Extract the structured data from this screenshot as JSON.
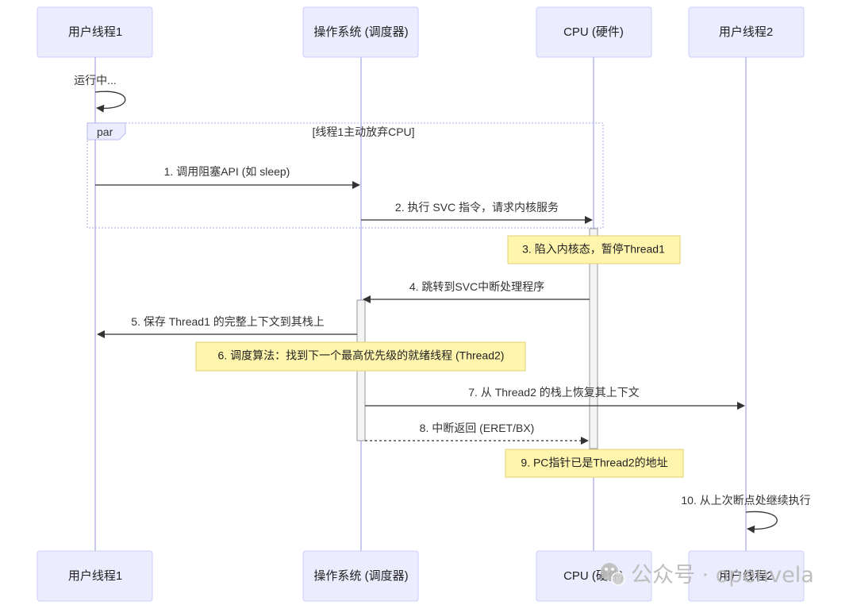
{
  "actors": [
    {
      "id": "t1",
      "label": "用户线程1"
    },
    {
      "id": "os",
      "label": "操作系统 (调度器)"
    },
    {
      "id": "cpu",
      "label": "CPU (硬件)"
    },
    {
      "id": "t2",
      "label": "用户线程2"
    }
  ],
  "self_loops": [
    {
      "actor": "t1",
      "label": "运行中..."
    },
    {
      "actor": "t2",
      "label": "10. 从上次断点处继续执行"
    }
  ],
  "par": {
    "tag": "par",
    "condition": "[线程1主动放弃CPU]"
  },
  "messages": [
    {
      "from": "t1",
      "to": "os",
      "label": "1. 调用阻塞API (如 sleep)",
      "style": "solid"
    },
    {
      "from": "os",
      "to": "cpu",
      "label": "2. 执行 SVC 指令，请求内核服务",
      "style": "solid"
    },
    {
      "from": "cpu",
      "to": "os",
      "label": "4. 跳转到SVC中断处理程序",
      "style": "solid"
    },
    {
      "from": "os",
      "to": "t1",
      "label": "5. 保存 Thread1 的完整上下文到其栈上",
      "style": "solid"
    },
    {
      "from": "os",
      "to": "t2",
      "label": "7. 从 Thread2 的栈上恢复其上下文",
      "style": "solid"
    },
    {
      "from": "os",
      "to": "cpu",
      "label": "8. 中断返回 (ERET/BX)",
      "style": "dashed"
    }
  ],
  "notes": [
    {
      "over": "cpu",
      "label": "3. 陷入内核态，暂停Thread1"
    },
    {
      "over": "os",
      "label": "6. 调度算法：找到下一个最高优先级的就绪线程 (Thread2)"
    },
    {
      "over": "cpu",
      "label": "9. PC指针已是Thread2的地址"
    }
  ],
  "watermark": {
    "icon": "wechat-icon",
    "text": "公众号 · openvela"
  }
}
